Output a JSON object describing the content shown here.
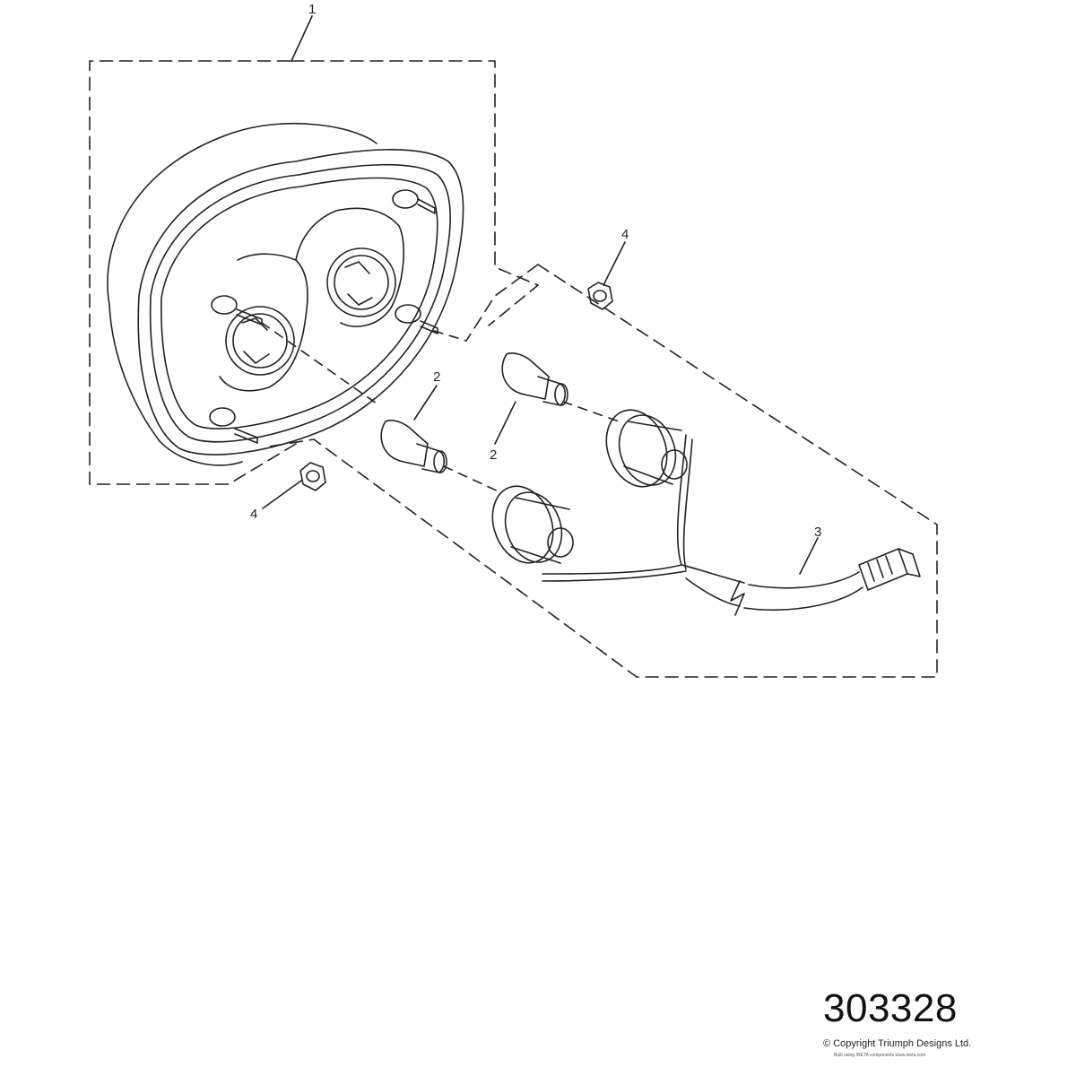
{
  "callouts": {
    "c1": "1",
    "c2a": "2",
    "c2b": "2",
    "c3": "3",
    "c4a": "4",
    "c4b": "4"
  },
  "reference_number": "303328",
  "copyright": "© Copyright Triumph Designs Ltd.",
  "copyright_sub": "Built using INETA components  www.ineta.com",
  "colors": {
    "line": "#222222",
    "background": "#ffffff"
  }
}
